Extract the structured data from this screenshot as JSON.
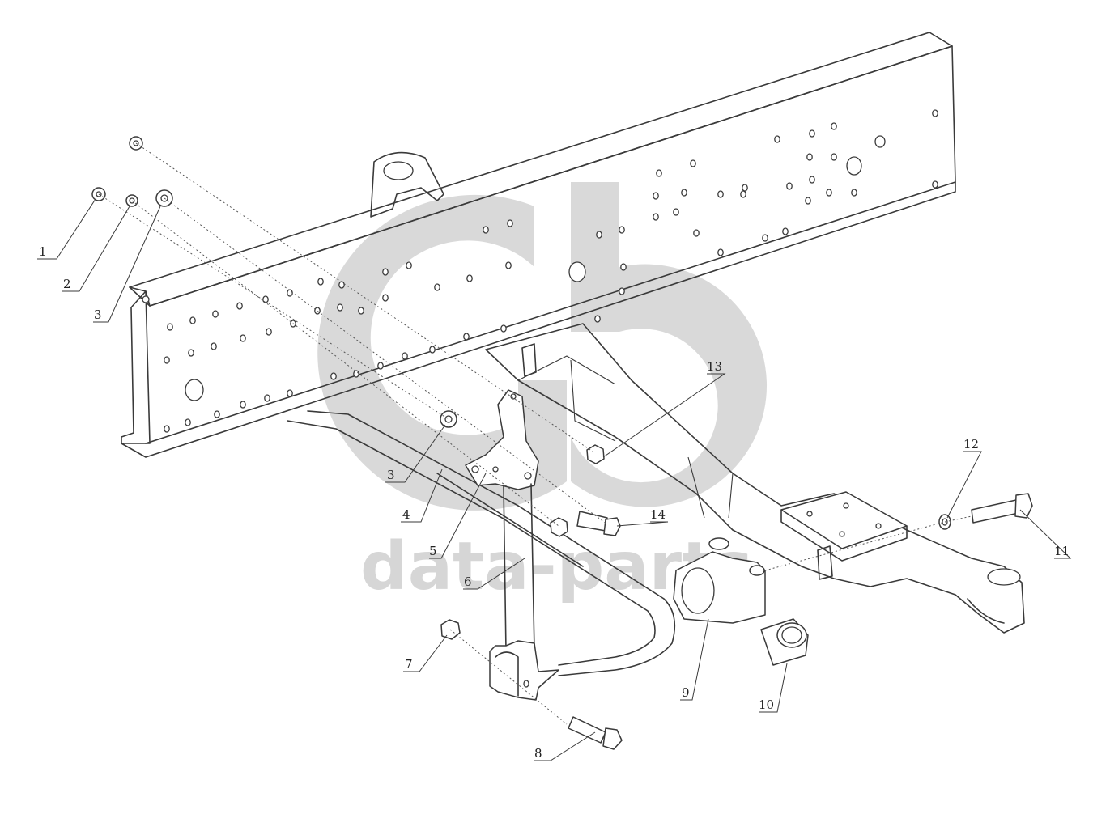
{
  "watermark": {
    "text": "data-parts",
    "logo": "gb-logo"
  },
  "callouts": [
    {
      "id": "c1",
      "label": "1"
    },
    {
      "id": "c2",
      "label": "2"
    },
    {
      "id": "c3a",
      "label": "3"
    },
    {
      "id": "c3b",
      "label": "3"
    },
    {
      "id": "c4",
      "label": "4"
    },
    {
      "id": "c5",
      "label": "5"
    },
    {
      "id": "c6",
      "label": "6"
    },
    {
      "id": "c7",
      "label": "7"
    },
    {
      "id": "c8",
      "label": "8"
    },
    {
      "id": "c9",
      "label": "9"
    },
    {
      "id": "c10",
      "label": "10"
    },
    {
      "id": "c11",
      "label": "11"
    },
    {
      "id": "c12",
      "label": "12"
    },
    {
      "id": "c13",
      "label": "13"
    },
    {
      "id": "c14",
      "label": "14"
    }
  ],
  "colors": {
    "line": "#3a3a3a",
    "watermark": "#9a9a9a",
    "background": "#ffffff"
  }
}
